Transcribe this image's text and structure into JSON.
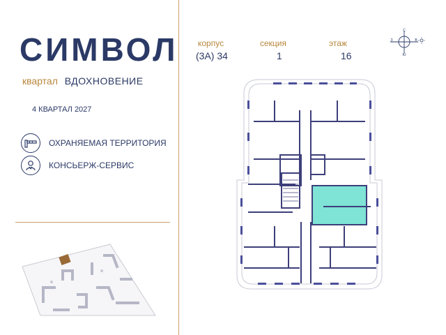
{
  "brand": {
    "logo_text": "СИМВОЛ",
    "quarter_prefix": "квартал",
    "quarter_name": "ВДОХНОВЕНИЕ",
    "deadline": "4 КВАРТАЛ 2027"
  },
  "features": [
    {
      "label": "ОХРАНЯЕМАЯ ТЕРРИТОРИЯ",
      "icon": "barrier-icon"
    },
    {
      "label": "КОНСЬЕРЖ-СЕРВИС",
      "icon": "concierge-icon"
    }
  ],
  "info": {
    "korpus_label": "корпус",
    "korpus_value": "(3А) 34",
    "sekciya_label": "секция",
    "sekciya_value": "1",
    "etazh_label": "этаж",
    "etazh_value": "16"
  },
  "compass": {
    "n": "С",
    "s": "Ю",
    "w": "З",
    "e": "В"
  },
  "colors": {
    "brand_navy": "#2b3966",
    "gold": "#b8873c",
    "highlight": "#7fe3d6",
    "wall": "#3d3f7a",
    "window": "#4a4f9a"
  }
}
